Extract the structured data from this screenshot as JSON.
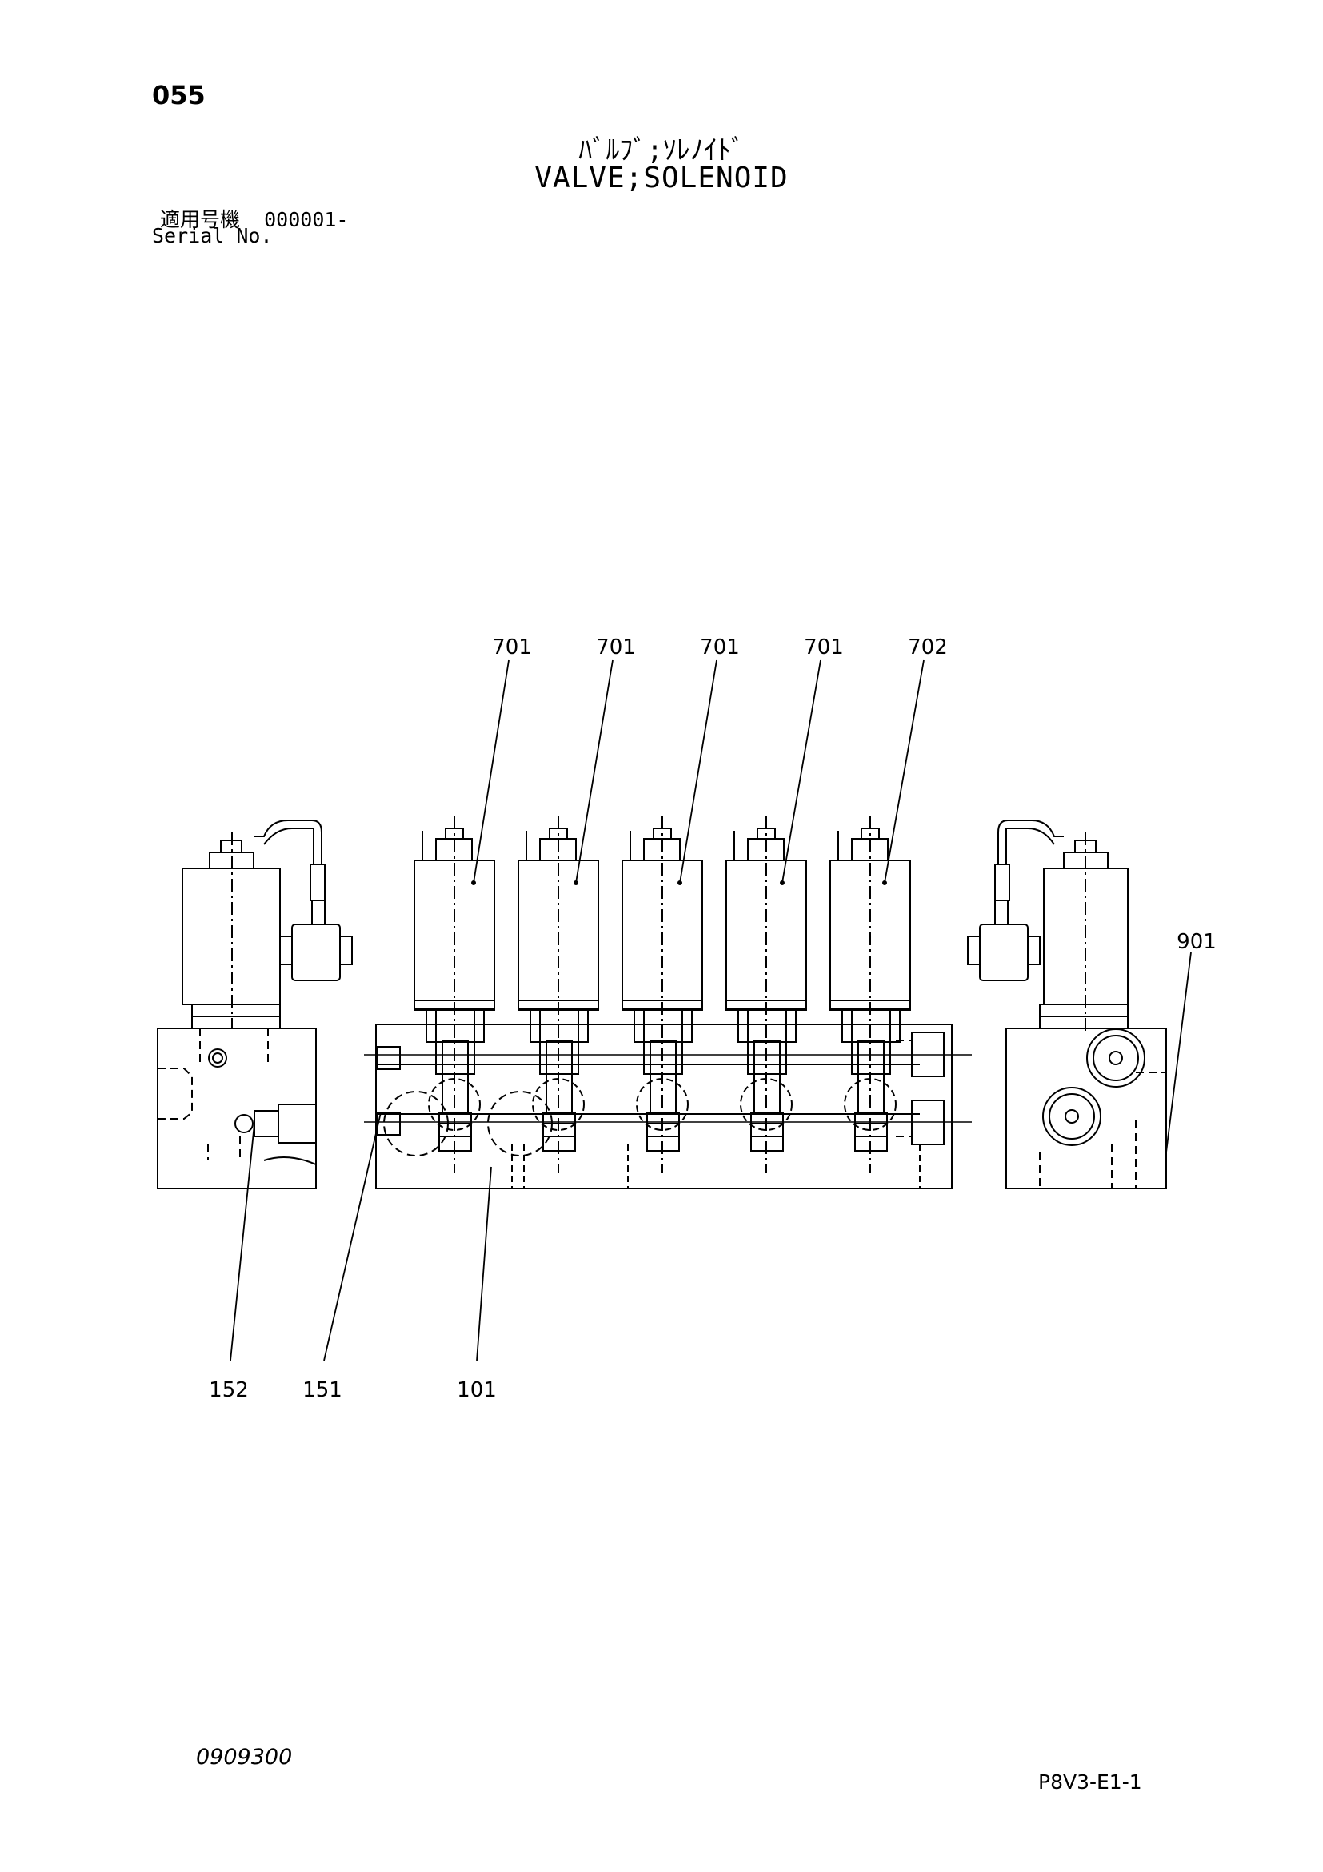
{
  "page_number": "055",
  "title_jp": "ﾊﾞﾙﾌﾞ;ｿﾚﾉｲﾄﾞ",
  "title_en": "VALVE;SOLENOID",
  "serial": {
    "label_jp": "適用号機",
    "value": "000001-",
    "label_en": "Serial No."
  },
  "callouts": {
    "c1": "701",
    "c2": "701",
    "c3": "701",
    "c4": "701",
    "c5": "702",
    "c6": "901",
    "c7": "152",
    "c8": "151",
    "c9": "101"
  },
  "footer": {
    "doc_code": "0909300",
    "sheet_code": "P8V3-E1-1"
  }
}
